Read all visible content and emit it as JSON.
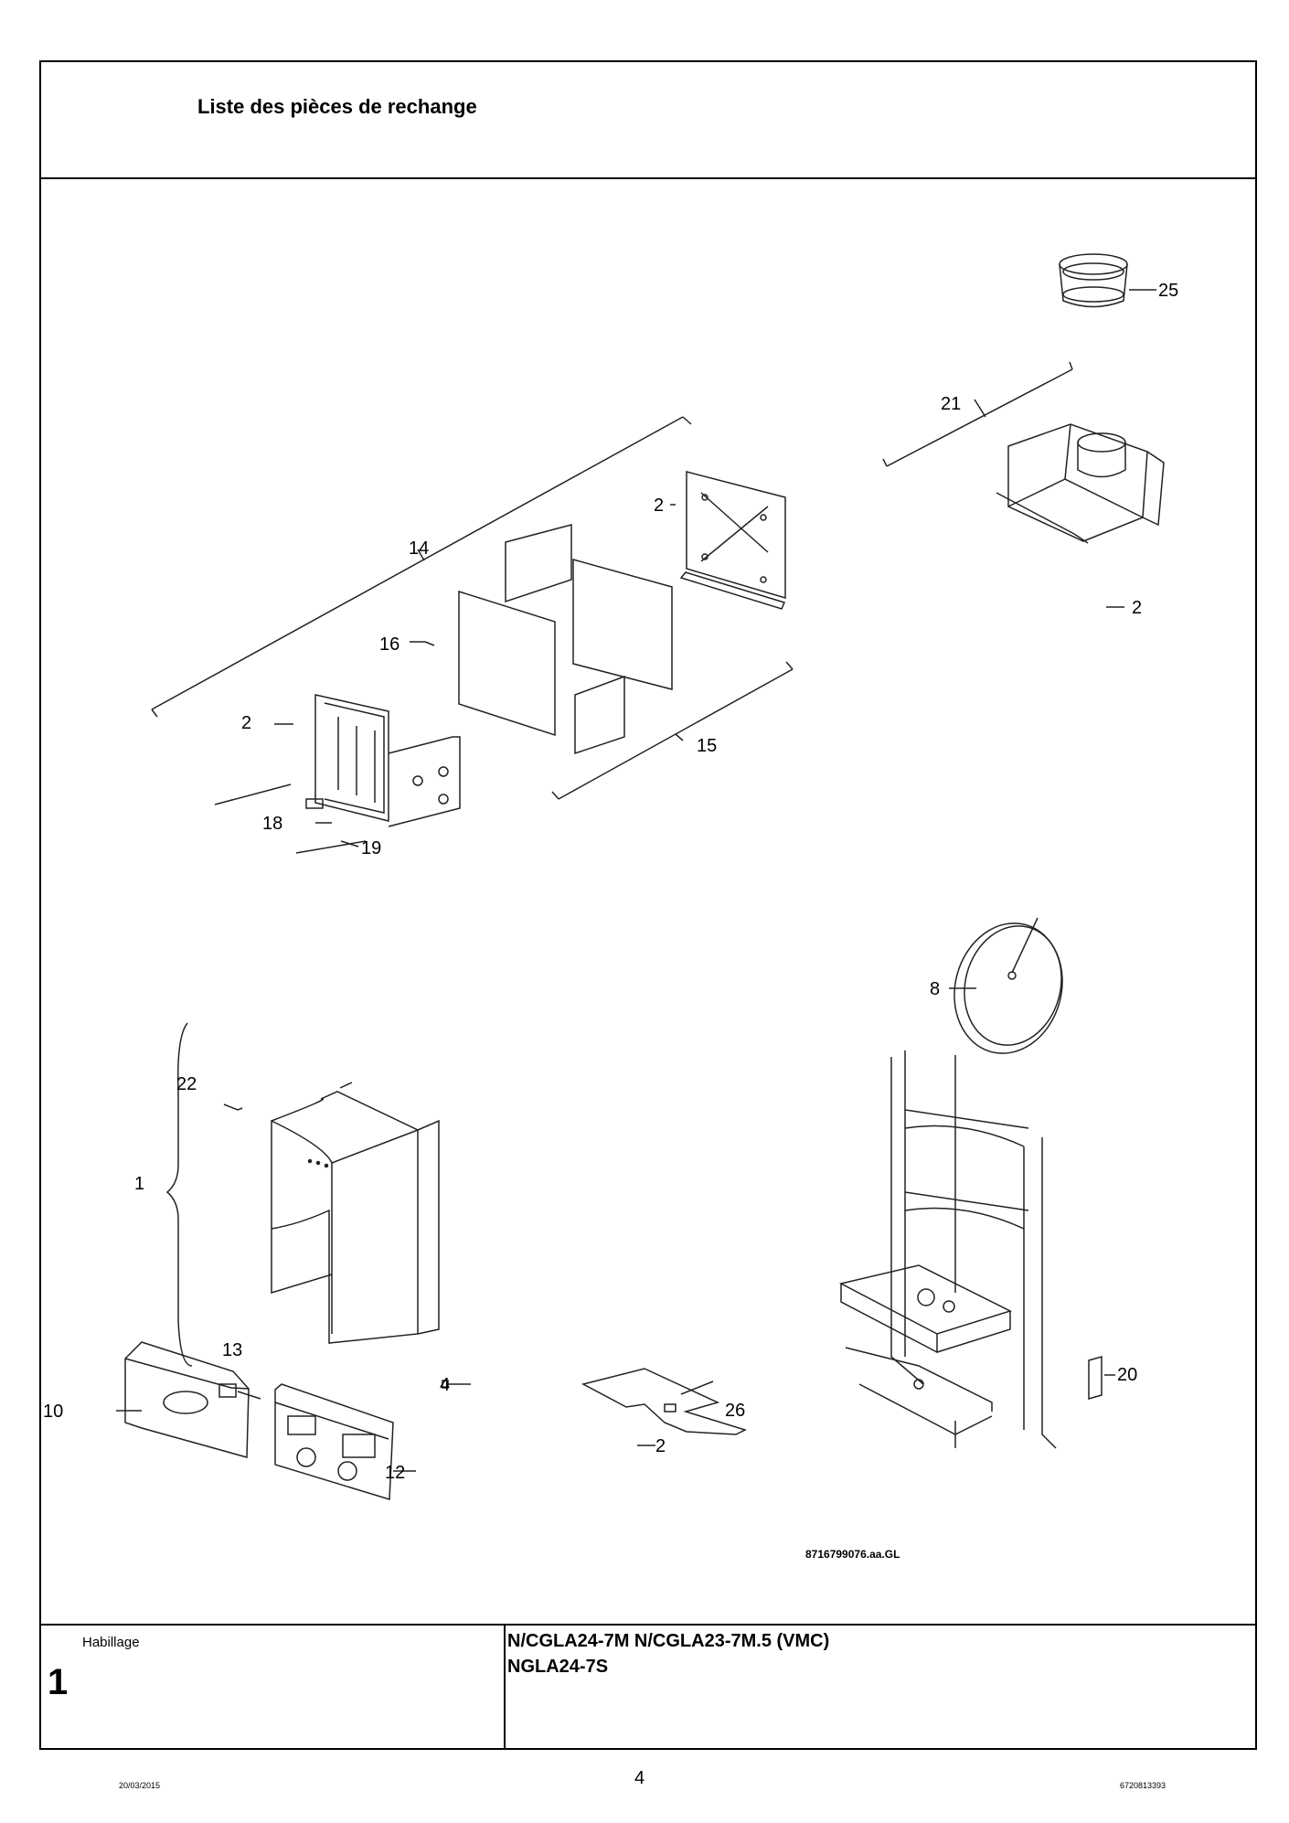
{
  "header": {
    "title": "Liste des pièces de rechange"
  },
  "labels": {
    "l25": "25",
    "l21": "21",
    "l2_top": "2",
    "l14": "14",
    "l16": "16",
    "l2_left": "2",
    "l15": "15",
    "l18": "18",
    "l19": "19",
    "l2_right": "2",
    "l8": "8",
    "l22": "22",
    "l1": "1",
    "l13": "13",
    "l10": "10",
    "l4": "4",
    "l12": "12",
    "l26": "26",
    "l2_bottom": "2",
    "l20": "20"
  },
  "drawing_ref": "8716799076.aa.GL",
  "footer": {
    "section_label": "Habillage",
    "section_number": "1",
    "model_line1": "N/CGLA24-7M N/CGLA23-7M.5 (VMC)",
    "model_line2": "NGLA24-7S"
  },
  "bottom": {
    "date": "20/03/2015",
    "page": "4",
    "doc_ref": "6720813393"
  }
}
